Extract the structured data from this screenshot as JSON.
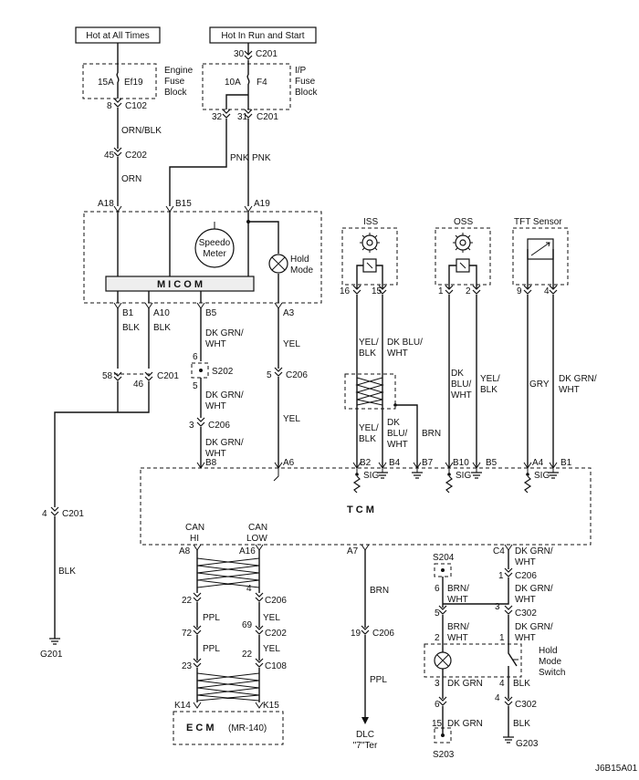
{
  "power_sources": {
    "hot_at_all_times": "Hot at All Times",
    "hot_in_run_start": "Hot In Run and Start"
  },
  "fuse_engine": {
    "rating": "15A",
    "name": "Ef19",
    "block_l1": "Engine",
    "block_l2": "Fuse",
    "block_l3": "Block"
  },
  "fuse_ip": {
    "rating": "10A",
    "name": "F4",
    "block_l1": "I/P",
    "block_l2": "Fuse",
    "block_l3": "Block"
  },
  "connectors": {
    "c102_pin": "8",
    "c102": "C102",
    "c201_top_pin": "30",
    "c201": "C201",
    "c201_pin32": "32",
    "c201_pin31": "31",
    "c202_pin45": "45",
    "c202": "C202",
    "c201_pin58": "58",
    "c201_pin46": "46",
    "s202": "S202",
    "s202_pin6": "6",
    "s202_pin5": "5",
    "c206_pin5": "5",
    "c206": "C206",
    "c206_pin3": "3",
    "c201_pin4": "4",
    "c206_pin22": "22",
    "c206_pin4": "4",
    "c202_pin72": "72",
    "c202_pin69": "69",
    "c108": "C108",
    "c108_pin23": "23",
    "c108_pin22": "22",
    "c206_pin19": "19",
    "s204": "S204",
    "s203": "S203",
    "c206_pin1": "1",
    "c302": "C302",
    "pin6": "6",
    "pin5": "5",
    "pin3": "3",
    "pin2": "2",
    "pin1": "1",
    "pin4": "4",
    "pin15": "15"
  },
  "wires": {
    "orn_blk": "ORN/BLK",
    "orn": "ORN",
    "pnk": "PNK",
    "blk": "BLK",
    "dk_grn": "DK GRN/",
    "wht": "WHT",
    "yel": "YEL",
    "yel_blk1": "YEL/",
    "yel_blk2": "BLK",
    "dk_blu1": "DK BLU/",
    "dk_blu2": "WHT",
    "dk_blu_a": "DK",
    "dk_blu_b": "BLU/",
    "dk_blu_c": "WHT",
    "brn": "BRN",
    "gry": "GRY",
    "ppl": "PPL",
    "brn_wht1": "BRN/",
    "brn_wht2": "WHT",
    "dk_grn_plain": "DK GRN"
  },
  "cluster": {
    "micom": "M I C O M",
    "speedo_l1": "Speedo",
    "speedo_l2": "Meter",
    "hold_l1": "Hold",
    "hold_l2": "Mode",
    "pins": {
      "a18": "A18",
      "b15": "B15",
      "a19": "A19",
      "b1": "B1",
      "a10": "A10",
      "b5": "B5",
      "a3": "A3"
    }
  },
  "sensors": {
    "iss": "ISS",
    "oss": "OSS",
    "tft": "TFT Sensor",
    "p16": "16",
    "p15": "15",
    "p1": "1",
    "p2": "2",
    "p9": "9",
    "p4": "4"
  },
  "tcm": {
    "label": "T  C  M",
    "sig": "SIG",
    "pins": {
      "b8": "B8",
      "a6": "A6",
      "b2": "B2",
      "b4": "B4",
      "b7": "B7",
      "b10": "B10",
      "b5": "B5",
      "a4": "A4",
      "b1": "B1",
      "a8": "A8",
      "a16": "A16",
      "a7": "A7",
      "c4": "C4"
    },
    "can_hi_l1": "CAN",
    "can_hi_l2": "HI",
    "can_low_l1": "CAN",
    "can_low_l2": "LOW"
  },
  "ecm": {
    "label": "E C M",
    "model": "(MR-140)",
    "k14": "K14",
    "k15": "K15"
  },
  "dlc": {
    "l1": "DLC",
    "l2": "\"7\"Ter"
  },
  "switch": {
    "l1": "Hold",
    "l2": "Mode",
    "l3": "Switch"
  },
  "grounds": {
    "g201": "G201",
    "g203": "G203"
  },
  "diagram_id": "J6B15A01"
}
